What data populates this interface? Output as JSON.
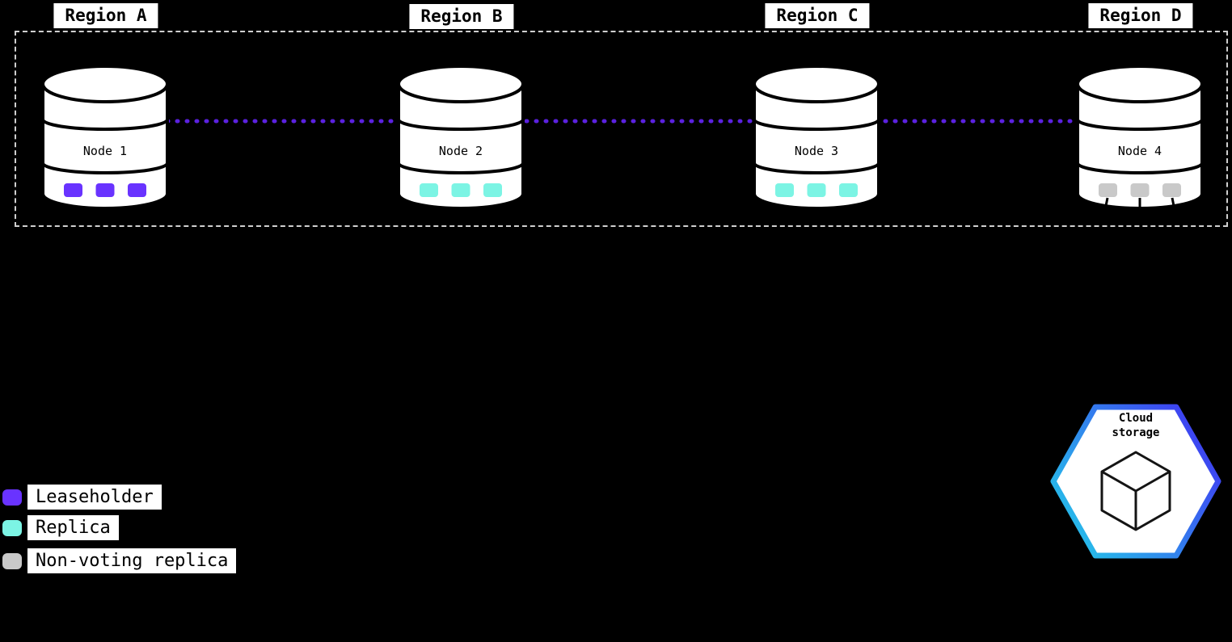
{
  "colors": {
    "background": "#000000",
    "node_fill": "#ffffff",
    "node_stroke": "#000000",
    "connector": "#5B21E0",
    "cluster_border": "#cfcfcf",
    "hex_gradient_start": "#25C7E9",
    "hex_gradient_end": "#3F3BF2",
    "cube_stroke": "#141414"
  },
  "regions": [
    {
      "label": "Region A"
    },
    {
      "label": "Region B"
    },
    {
      "label": "Region C"
    },
    {
      "label": "Region D"
    }
  ],
  "nodes": [
    {
      "label": "Node 1",
      "role": "leaseholder",
      "color": "#6933FF"
    },
    {
      "label": "Node 2",
      "role": "replica",
      "color": "#7CF4E4"
    },
    {
      "label": "Node 3",
      "role": "replica",
      "color": "#7CF4E4"
    },
    {
      "label": "Node 4",
      "role": "non-voting replica",
      "color": "#C9C9C9"
    }
  ],
  "legend": [
    {
      "label": "Leaseholder",
      "color": "#6933FF"
    },
    {
      "label": "Replica",
      "color": "#7CF4E4"
    },
    {
      "label": "Non-voting replica",
      "color": "#C9C9C9"
    }
  ],
  "cloud_storage": {
    "label": "Cloud storage"
  }
}
